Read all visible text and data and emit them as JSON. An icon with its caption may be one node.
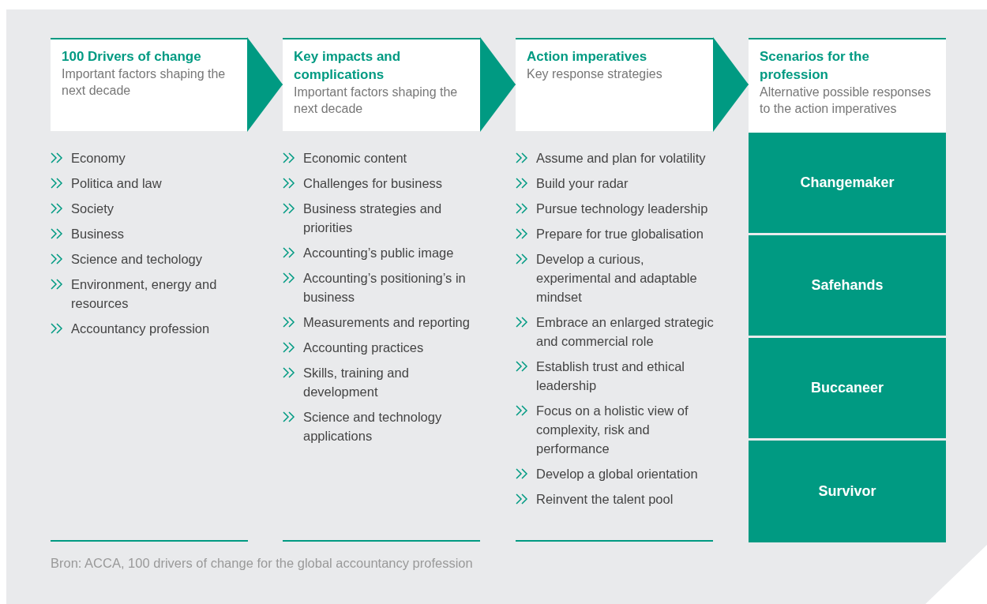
{
  "diagram": {
    "nodes": [
      {
        "text": [
          "100 Drivers of change",
          "Important factors shaping the next decade"
        ]
      },
      {
        "text": [
          "Key impacts and complications",
          "Important factors shaping the next decade"
        ]
      },
      {
        "text": [
          "Action imperatives",
          "Key response strategies"
        ]
      },
      {
        "text": [
          "Scenarios for the profession",
          "Alternative possible responses to the action imperatives"
        ]
      },
      {
        "text": [
          "Changemaker"
        ]
      },
      {
        "text": [
          "Safehands"
        ]
      },
      {
        "text": [
          "Buccaneer"
        ]
      },
      {
        "text": [
          "Survivor"
        ]
      }
    ],
    "edges": [
      {
        "from": 0,
        "to": 1,
        "arrow": "to"
      },
      {
        "from": 1,
        "to": 2,
        "arrow": "to"
      },
      {
        "from": 2,
        "to": 3,
        "arrow": "to"
      }
    ],
    "labels": [
      "Economy",
      "Politica and law",
      "Society",
      "Business",
      "Science and techology",
      "Environment, energy and resources",
      "Accountancy profession",
      "Economic content",
      "Challenges for business",
      "Business strategies and priorities",
      "Accounting’s public image",
      "Accounting’s positioning’s in business",
      "Measurements and reporting",
      "Accounting practices",
      "Skills, training and development",
      "Science and technology applications",
      "Assume and plan for volatility",
      "Build your radar",
      "Pursue technology leadership",
      "Prepare for true globalisation",
      "Develop a curious, experimental and adaptable mindset",
      "Embrace an enlarged strategic and commercial role",
      "Establish trust and ethical leadership",
      "Focus on a holistic view of complexity, risk and performance",
      "Develop a global orientation",
      "Reinvent the talent pool",
      "Bron: ACCA, 100 drivers of change for the global accountancy profession"
    ]
  }
}
